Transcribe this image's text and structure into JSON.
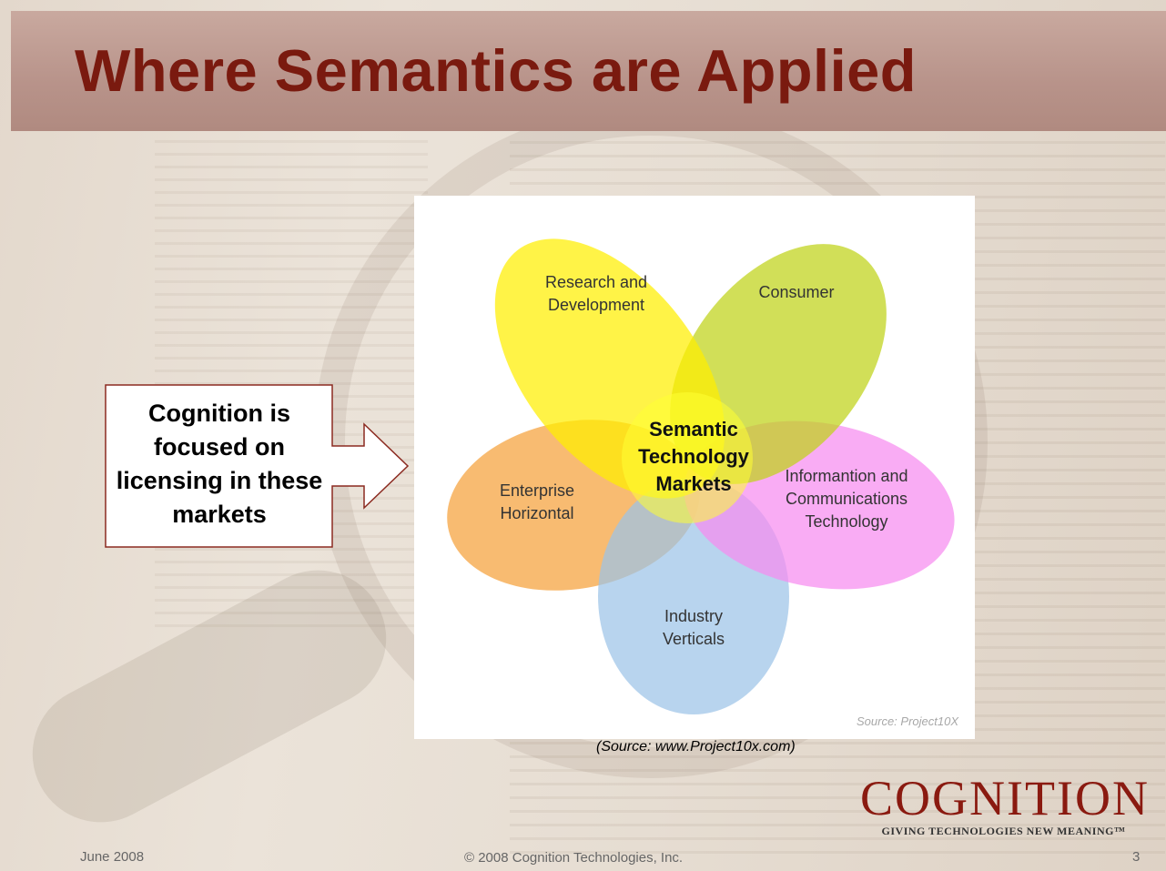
{
  "slide": {
    "title": "Where Semantics are Applied",
    "callout": "Cognition is focused on licensing in these markets",
    "diagram": {
      "center": [
        "Semantic",
        "Technology",
        "Markets"
      ],
      "petals": [
        {
          "id": "research",
          "label": [
            "Research and",
            "Development"
          ],
          "color": "#ffee00"
        },
        {
          "id": "consumer",
          "label": [
            "Consumer"
          ],
          "color": "#bfd318"
        },
        {
          "id": "ict",
          "label": [
            "Informantion and",
            "Communications",
            "Technology"
          ],
          "color": "#f78cf0"
        },
        {
          "id": "industry",
          "label": [
            "Industry",
            "Verticals"
          ],
          "color": "#9cc3e8"
        },
        {
          "id": "enterprise",
          "label": [
            "Enterprise",
            "Horizontal"
          ],
          "color": "#f5a13a"
        }
      ],
      "source_note": "Source: Project10X"
    },
    "source_caption": "(Source:  www.Project10x.com)",
    "logo": {
      "name": "COGNITION",
      "tagline": "GIVING TECHNOLOGIES NEW MEANING™"
    },
    "footer": {
      "date": "June 2008",
      "copyright": "© 2008 Cognition Technologies, Inc.",
      "page": "3"
    }
  },
  "colors": {
    "title": "#7a1a0f",
    "title_band": "#b8938a",
    "logo": "#8a1a10",
    "callout_border": "#8b2a20"
  }
}
